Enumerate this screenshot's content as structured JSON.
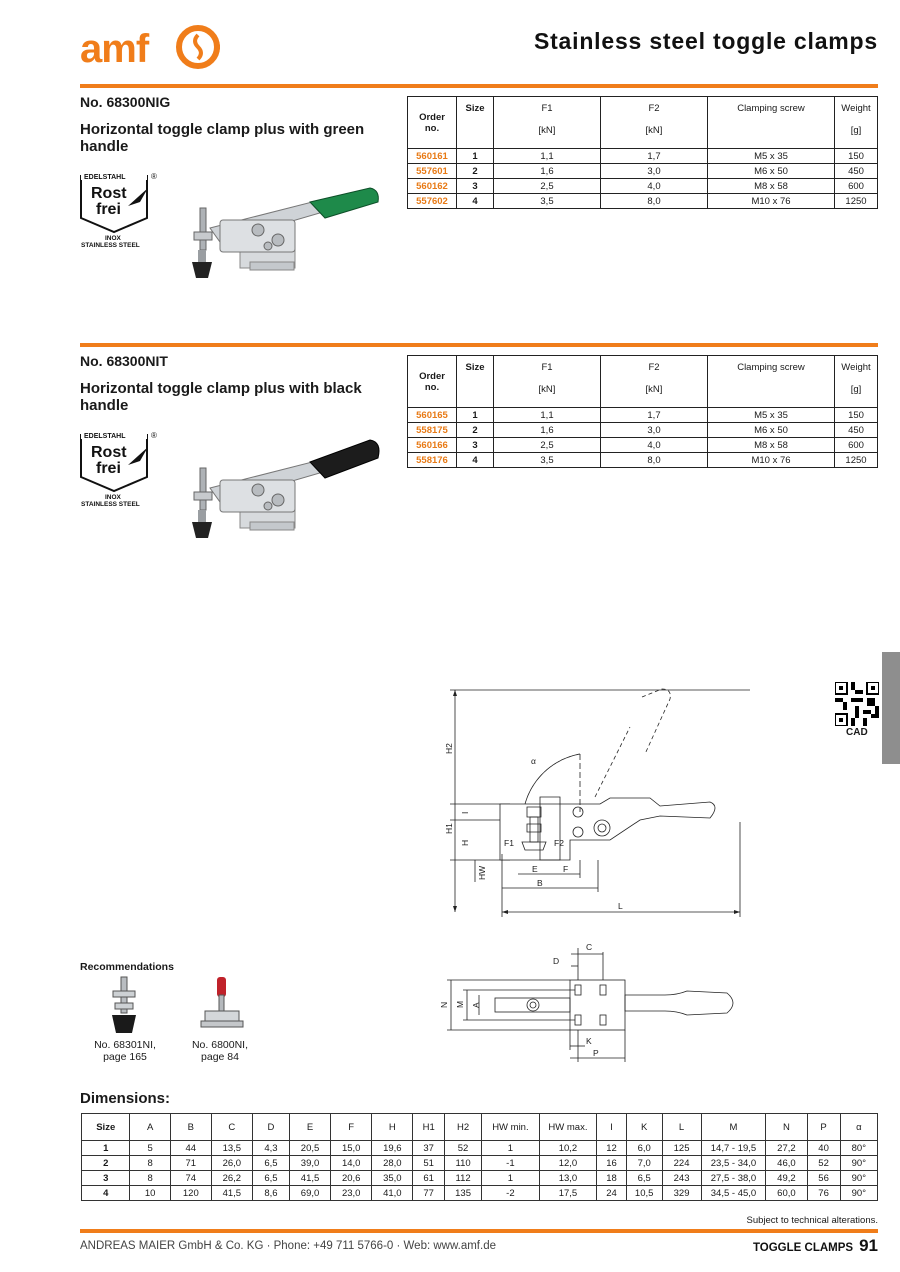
{
  "header": {
    "logo_text": "amf",
    "title": "Stainless steel toggle clamps"
  },
  "products": [
    {
      "number": "No. 68300NIG",
      "description": "Horizontal toggle clamp plus with green handle",
      "handle_color": "#1e8a4a",
      "badge": {
        "top": "EDELSTAHL",
        "line1": "Rost",
        "line2": "frei",
        "reg": "®",
        "sub1": "INOX",
        "sub2": "STAINLESS STEEL"
      },
      "table_headers": {
        "order": "Order no.",
        "size": "Size",
        "f1": "F1",
        "f1_unit": "[kN]",
        "f2": "F2",
        "f2_unit": "[kN]",
        "screw": "Clamping screw",
        "weight": "Weight",
        "weight_unit": "[g]"
      },
      "rows": [
        {
          "order": "560161",
          "size": "1",
          "f1": "1,1",
          "f2": "1,7",
          "screw": "M5 x 35",
          "weight": "150"
        },
        {
          "order": "557601",
          "size": "2",
          "f1": "1,6",
          "f2": "3,0",
          "screw": "M6 x 50",
          "weight": "450"
        },
        {
          "order": "560162",
          "size": "3",
          "f1": "2,5",
          "f2": "4,0",
          "screw": "M8 x 58",
          "weight": "600"
        },
        {
          "order": "557602",
          "size": "4",
          "f1": "3,5",
          "f2": "8,0",
          "screw": "M10 x 76",
          "weight": "1250"
        }
      ]
    },
    {
      "number": "No. 68300NIT",
      "description": "Horizontal toggle clamp plus with black handle",
      "handle_color": "#1c1c1c",
      "badge": {
        "top": "EDELSTAHL",
        "line1": "Rost",
        "line2": "frei",
        "reg": "®",
        "sub1": "INOX",
        "sub2": "STAINLESS STEEL"
      },
      "table_headers": {
        "order": "Order no.",
        "size": "Size",
        "f1": "F1",
        "f1_unit": "[kN]",
        "f2": "F2",
        "f2_unit": "[kN]",
        "screw": "Clamping screw",
        "weight": "Weight",
        "weight_unit": "[g]"
      },
      "rows": [
        {
          "order": "560165",
          "size": "1",
          "f1": "1,1",
          "f2": "1,7",
          "screw": "M5 x 35",
          "weight": "150"
        },
        {
          "order": "558175",
          "size": "2",
          "f1": "1,6",
          "f2": "3,0",
          "screw": "M6 x 50",
          "weight": "450"
        },
        {
          "order": "560166",
          "size": "3",
          "f1": "2,5",
          "f2": "4,0",
          "screw": "M8 x 58",
          "weight": "600"
        },
        {
          "order": "558176",
          "size": "4",
          "f1": "3,5",
          "f2": "8,0",
          "screw": "M10 x 76",
          "weight": "1250"
        }
      ]
    }
  ],
  "cad": {
    "label": "CAD"
  },
  "drawing_labels": {
    "h2": "H2",
    "i": "I",
    "h1": "H1",
    "h": "H",
    "hw": "HW",
    "f1": "F1",
    "f2": "F2",
    "e": "E",
    "f": "F",
    "b": "B",
    "l": "L",
    "alpha": "α",
    "c": "C",
    "d": "D",
    "n": "N",
    "m": "M",
    "a": "A",
    "k": "K",
    "p": "P"
  },
  "recommendations": {
    "title": "Recommendations",
    "items": [
      {
        "caption_line1": "No. 68301NI,",
        "caption_line2": "page 165"
      },
      {
        "caption_line1": "No. 6800NI,",
        "caption_line2": "page 84"
      }
    ]
  },
  "dimensions": {
    "title": "Dimensions:",
    "headers": [
      "Size",
      "A",
      "B",
      "C",
      "D",
      "E",
      "F",
      "H",
      "H1",
      "H2",
      "HW min.",
      "HW max.",
      "I",
      "K",
      "L",
      "M",
      "N",
      "P",
      "α"
    ],
    "rows": [
      [
        "1",
        "5",
        "44",
        "13,5",
        "4,3",
        "20,5",
        "15,0",
        "19,6",
        "37",
        "52",
        "1",
        "10,2",
        "12",
        "6,0",
        "125",
        "14,7 - 19,5",
        "27,2",
        "40",
        "80°"
      ],
      [
        "2",
        "8",
        "71",
        "26,0",
        "6,5",
        "39,0",
        "14,0",
        "28,0",
        "51",
        "110",
        "-1",
        "12,0",
        "16",
        "7,0",
        "224",
        "23,5 - 34,0",
        "46,0",
        "52",
        "90°"
      ],
      [
        "3",
        "8",
        "74",
        "26,2",
        "6,5",
        "41,5",
        "20,6",
        "35,0",
        "61",
        "112",
        "1",
        "13,0",
        "18",
        "6,5",
        "243",
        "27,5 - 38,0",
        "49,2",
        "56",
        "90°"
      ],
      [
        "4",
        "10",
        "120",
        "41,5",
        "8,6",
        "69,0",
        "23,0",
        "41,0",
        "77",
        "135",
        "-2",
        "17,5",
        "24",
        "10,5",
        "329",
        "34,5 - 45,0",
        "60,0",
        "76",
        "90°"
      ]
    ]
  },
  "notes": {
    "alterations": "Subject to technical alterations."
  },
  "footer": {
    "company": "ANDREAS MAIER GmbH & Co. KG · Phone: +49 711 5766-0 · Web: www.amf.de",
    "section": "TOGGLE CLAMPS",
    "page": "91"
  },
  "colors": {
    "accent": "#f07d1a",
    "order_no": "#e87a15"
  }
}
